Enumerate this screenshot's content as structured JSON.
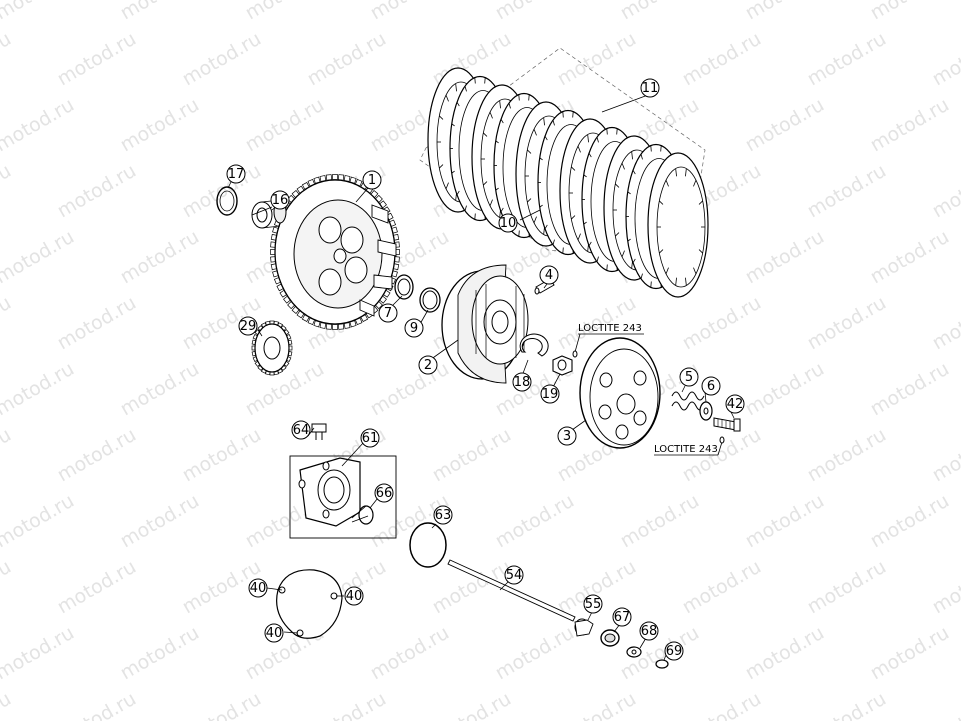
{
  "watermark": "motod.ru",
  "notes": {
    "loctite_top": "LOCTITE 243",
    "loctite_right": "LOCTITE 243"
  },
  "parts": [
    "1",
    "2",
    "3",
    "4",
    "5",
    "6",
    "7",
    "9",
    "10",
    "11",
    "16",
    "17",
    "18",
    "19",
    "29",
    "40",
    "42",
    "54",
    "55",
    "61",
    "63",
    "64",
    "66",
    "67",
    "68",
    "69"
  ]
}
